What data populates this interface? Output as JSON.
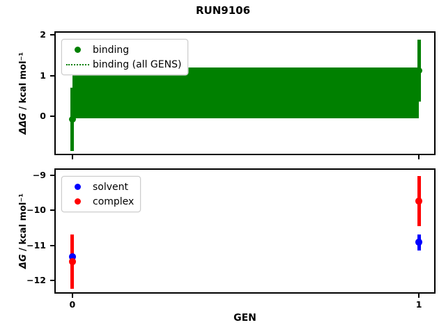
{
  "title": "RUN9106",
  "colors": {
    "binding": "#008000",
    "solvent": "#0000ff",
    "complex": "#ff0000",
    "axis": "#000000",
    "legend_border": "#cccccc"
  },
  "xlabel": "GEN",
  "chart_data": [
    {
      "type": "scatter",
      "panel": "binding",
      "ylabel_math": "ΔΔG",
      "ylabel_rest": " / kcal mol⁻¹",
      "xlim": [
        -0.052,
        1.048
      ],
      "ylim": [
        -0.96,
        2.09
      ],
      "yticks": [
        2,
        1,
        0
      ],
      "xticks": [
        0,
        1
      ],
      "show_xticklabels": false,
      "grid": false,
      "legend_position": "upper-left",
      "series": [
        {
          "name": "binding",
          "color": "#008000",
          "marker": "circle",
          "x": [
            0,
            1
          ],
          "y": [
            -0.08,
            1.12
          ],
          "yerr": [
            0.78,
            0.76
          ]
        }
      ],
      "band": {
        "name": "binding (all GENS)",
        "color": "#008000",
        "x_range": [
          0,
          1
        ],
        "y_range": [
          -0.05,
          1.2
        ]
      },
      "legend": [
        {
          "label": "binding",
          "handle": "dot",
          "color": "#008000"
        },
        {
          "label": "binding (all GENS)",
          "handle": "dotted-line",
          "color": "#008000"
        }
      ]
    },
    {
      "type": "scatter",
      "panel": "free-energies",
      "xlabel": "GEN",
      "ylabel_math": "ΔG",
      "ylabel_rest": " / kcal mol⁻¹",
      "xlim": [
        -0.052,
        1.048
      ],
      "ylim": [
        -12.38,
        -8.8
      ],
      "yticks": [
        -9,
        -10,
        -11,
        -12
      ],
      "xticks": [
        0,
        1
      ],
      "show_xticklabels": true,
      "grid": false,
      "legend_position": "upper-left",
      "series": [
        {
          "name": "solvent",
          "color": "#0000ff",
          "marker": "circle",
          "x": [
            0,
            1
          ],
          "y": [
            -11.33,
            -10.91
          ],
          "yerr": [
            0.28,
            0.23
          ]
        },
        {
          "name": "complex",
          "color": "#ff0000",
          "marker": "circle",
          "x": [
            0,
            1
          ],
          "y": [
            -11.47,
            -9.73
          ],
          "yerr": [
            0.78,
            0.72
          ]
        }
      ],
      "legend": [
        {
          "label": "solvent",
          "handle": "dot",
          "color": "#0000ff"
        },
        {
          "label": "complex",
          "handle": "dot",
          "color": "#ff0000"
        }
      ]
    }
  ]
}
